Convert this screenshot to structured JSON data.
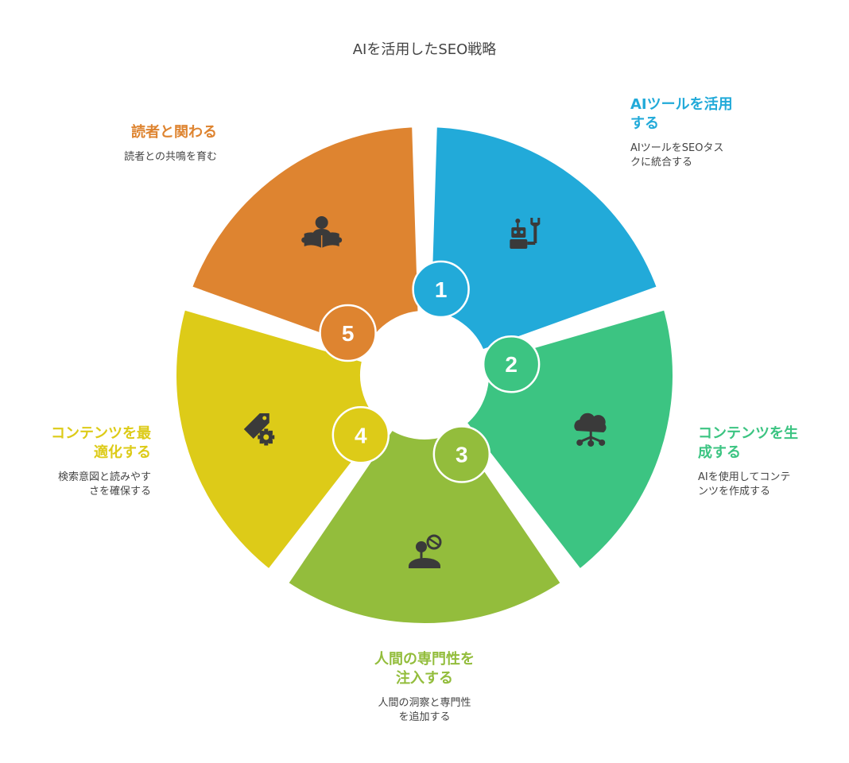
{
  "title": "AIを活用したSEO戦略",
  "colors": {
    "s1": "#22AAD9",
    "s2": "#3CC482",
    "s3": "#93BD3C",
    "s4": "#DDCB18",
    "s5": "#DE8430",
    "icon": "#3a3a3a"
  },
  "segments": [
    {
      "number": "1",
      "heading": "AIツールを活用\nする",
      "desc": "AIツールをSEOタス\nクに統合する",
      "icon": "robot-wrench-icon"
    },
    {
      "number": "2",
      "heading": "コンテンツを生\n成する",
      "desc": "AIを使用してコンテ\nンツを作成する",
      "icon": "cloud-network-icon"
    },
    {
      "number": "3",
      "heading": "人間の専門性を\n注入する",
      "desc": "人間の洞察と専門性\nを追加する",
      "icon": "satellite-dish-icon"
    },
    {
      "number": "4",
      "heading": "コンテンツを最\n適化する",
      "desc": "検索意図と読みやす\nさを確保する",
      "icon": "tag-gear-icon"
    },
    {
      "number": "5",
      "heading": "読者と関わる",
      "desc": "読者との共鳴を育む",
      "icon": "reader-icon"
    }
  ]
}
